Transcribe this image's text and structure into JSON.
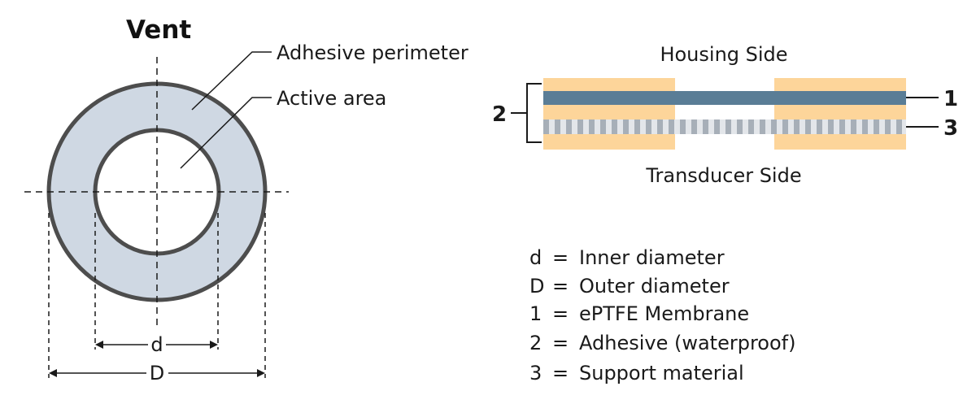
{
  "title": "Vent",
  "callouts": {
    "adhesive_perimeter": "Adhesive perimeter",
    "active_area": "Active area"
  },
  "dimensions": {
    "inner": "d",
    "outer": "D"
  },
  "cross_section": {
    "top_label": "Housing Side",
    "bottom_label": "Transducer Side",
    "layer_1": "1",
    "layer_2": "2",
    "layer_3": "3"
  },
  "legend": [
    {
      "key": "d",
      "eq": "=",
      "text": "Inner diameter"
    },
    {
      "key": "D",
      "eq": "=",
      "text": "Outer diameter"
    },
    {
      "key": "1",
      "eq": "=",
      "text": "ePTFE Membrane"
    },
    {
      "key": "2",
      "eq": "=",
      "text": "Adhesive (waterproof)"
    },
    {
      "key": "3",
      "eq": "=",
      "text": "Support material"
    }
  ],
  "colors": {
    "ring_fill": "#cfd8e3",
    "ring_stroke": "#4d4d4d",
    "adhesive": "#fdd59a",
    "membrane": "#5a7d96",
    "support_gray": "#a7afb8",
    "support_light": "#e3e6ea"
  }
}
